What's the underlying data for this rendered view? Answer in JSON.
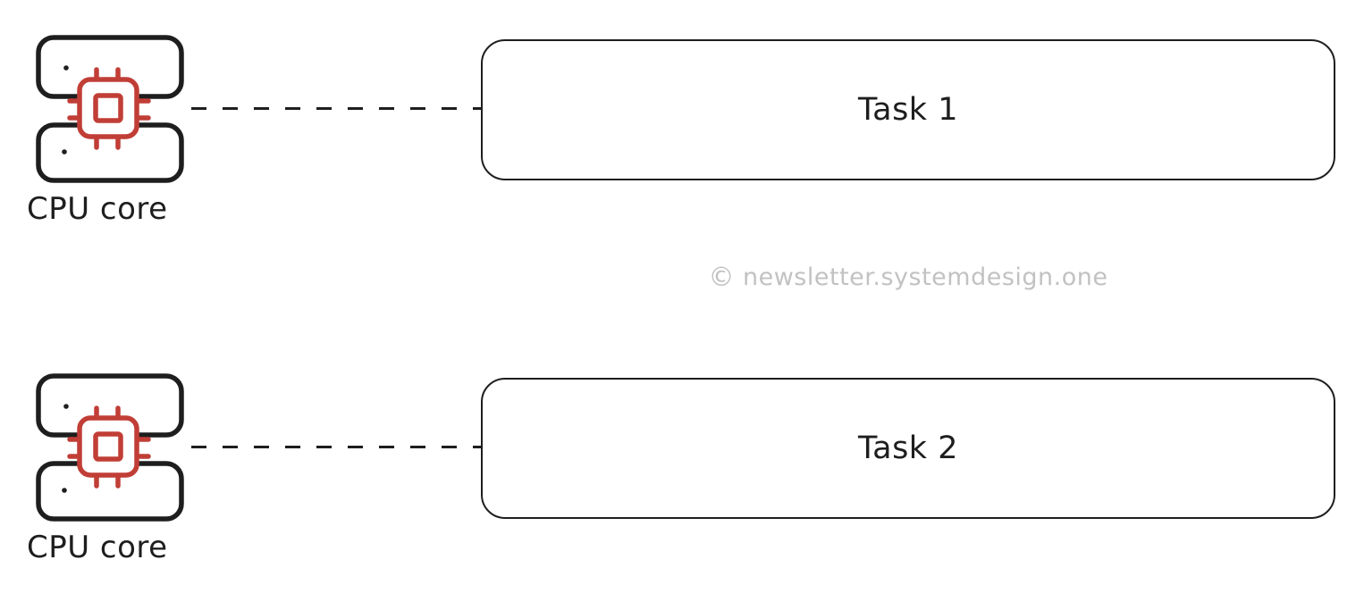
{
  "rows": [
    {
      "core_label": "CPU core",
      "task_label": "Task 1"
    },
    {
      "core_label": "CPU core",
      "task_label": "Task 2"
    }
  ],
  "watermark": {
    "symbol": "©",
    "text": "newsletter.systemdesign.one"
  },
  "colors": {
    "outline": "#1e1e1e",
    "chip_red": "#c13e36",
    "watermark": "#c2c2c2",
    "background": "#ffffff"
  }
}
